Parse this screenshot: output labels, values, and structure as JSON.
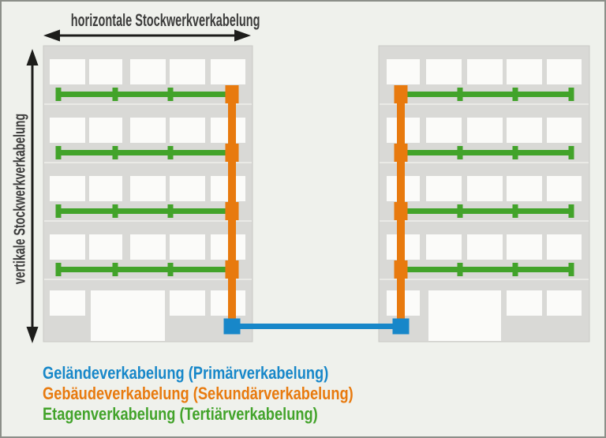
{
  "header": {
    "horizontal_arrow_label": "horizontale Stockwerkverkabelung",
    "vertical_arrow_label": "vertikale Stockwerkverkabelung"
  },
  "legend": {
    "items": [
      {
        "label": "Geländeverkabelung (Primärverkabelung)",
        "color": "#1787c9"
      },
      {
        "label": "Gebäudeverkabelung (Sekundärverkabelung)",
        "color": "#e87a0e"
      },
      {
        "label": "Etagenverkabelung (Tertiärverkabelung)",
        "color": "#42a32a"
      }
    ]
  },
  "colors": {
    "background": "#eff1ec",
    "page_border": "#8c8f89",
    "building_fill": "#d9d9d6",
    "building_outline": "#c9c9c5",
    "floor_separator": "#eaeae6",
    "window_fill": "#fbfbf9",
    "primary_cable": "#1787c9",
    "secondary_cable": "#e87a0e",
    "tertiary_cable": "#42a32a",
    "arrow": "#1d1d1b",
    "label_text": "#3c3c3b"
  }
}
